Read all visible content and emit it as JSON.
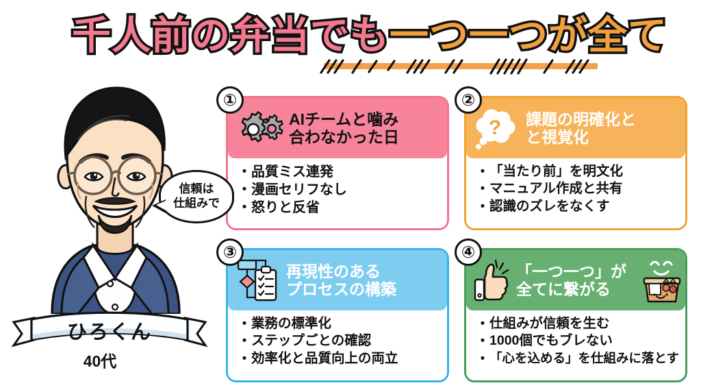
{
  "title": {
    "part1": "千人前の弁当でも",
    "part2": "一つ一つが全て",
    "part1_color": "#f4798f",
    "part2_color": "#f2a03d",
    "underline_color": "#f3a14a"
  },
  "persona": {
    "name": "ひろくん",
    "age": "40代",
    "portrait_alt": "man-illustration",
    "speech_bubble": {
      "line1": "信頼は",
      "line2": "仕組みで"
    }
  },
  "cards": [
    {
      "number": "①",
      "icon": "gears-icon",
      "accent": "#f4728c",
      "header_bg": "#f7849b",
      "header_lines": [
        "AIチームと噛み",
        "合わなかった日"
      ],
      "bullets": [
        "品質ミス連発",
        "漫画セリフなし",
        "怒りと反省"
      ]
    },
    {
      "number": "②",
      "icon": "thought-bubble-question-icon",
      "accent": "#efa22e",
      "header_bg": "#f7b35a",
      "header_lines": [
        "課題の明確化と",
        "と視覚化"
      ],
      "bullets": [
        "「当たり前」を明文化",
        "マニュアル作成と共有",
        "認識のズレをなくす"
      ]
    },
    {
      "number": "③",
      "icon": "flowchart-clipboard-icon",
      "accent": "#34b4e8",
      "header_bg": "#7ecdf0",
      "header_lines": [
        "再現性のある",
        "プロセスの構築"
      ],
      "bullets": [
        "業務の標準化",
        "ステップごとの確認",
        "効率化と品質向上の両立"
      ]
    },
    {
      "number": "④",
      "icon": "thumbs-up-icon",
      "icon2": "bento-box-smiley-icon",
      "accent": "#4a9c5c",
      "header_bg": "#67b071",
      "header_lines": [
        "「一つ一つ」が",
        "全てに繋がる"
      ],
      "bullets": [
        "仕組みが信頼を生む",
        "1000個でもブレない",
        "「心を込める」を仕組みに落とす"
      ]
    }
  ]
}
